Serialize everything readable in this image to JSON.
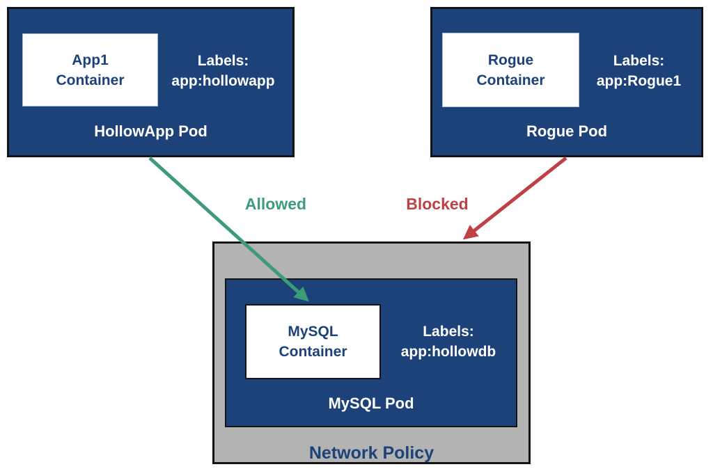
{
  "diagram": {
    "pods": {
      "hollowapp": {
        "container": {
          "line1": "App1",
          "line2": "Container"
        },
        "labels": {
          "line1": "Labels:",
          "line2": "app:hollowapp"
        },
        "pod_label": "HollowApp Pod"
      },
      "rogue": {
        "container": {
          "line1": "Rogue",
          "line2": "Container"
        },
        "labels": {
          "line1": "Labels:",
          "line2": "app:Rogue1"
        },
        "pod_label": "Rogue Pod"
      },
      "mysql": {
        "container": {
          "line1": "MySQL",
          "line2": "Container"
        },
        "labels": {
          "line1": "Labels:",
          "line2": "app:hollowdb"
        },
        "pod_label": "MySQL Pod"
      }
    },
    "network_policy_label": "Network Policy",
    "arrows": {
      "allowed": {
        "label": "Allowed",
        "color": "#3d9c78"
      },
      "blocked": {
        "label": "Blocked",
        "color": "#bf4045"
      }
    },
    "colors": {
      "pod_fill": "#1c4279",
      "policy_fill": "#b3b3b3",
      "box_border": "#141414",
      "container_text": "#1c4279",
      "pod_text": "#ffffff"
    }
  }
}
